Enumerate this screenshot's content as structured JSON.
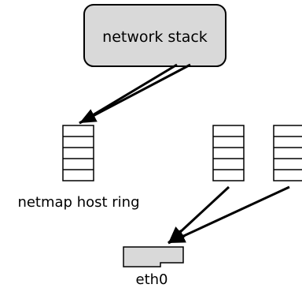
{
  "nodes": {
    "stack_label": "network stack",
    "host_ring_label": "netmap host ring",
    "nic_label": "eth0"
  },
  "colors": {
    "box_fill": "#d9d9d9",
    "stroke": "#000000",
    "background": "#ffffff"
  }
}
